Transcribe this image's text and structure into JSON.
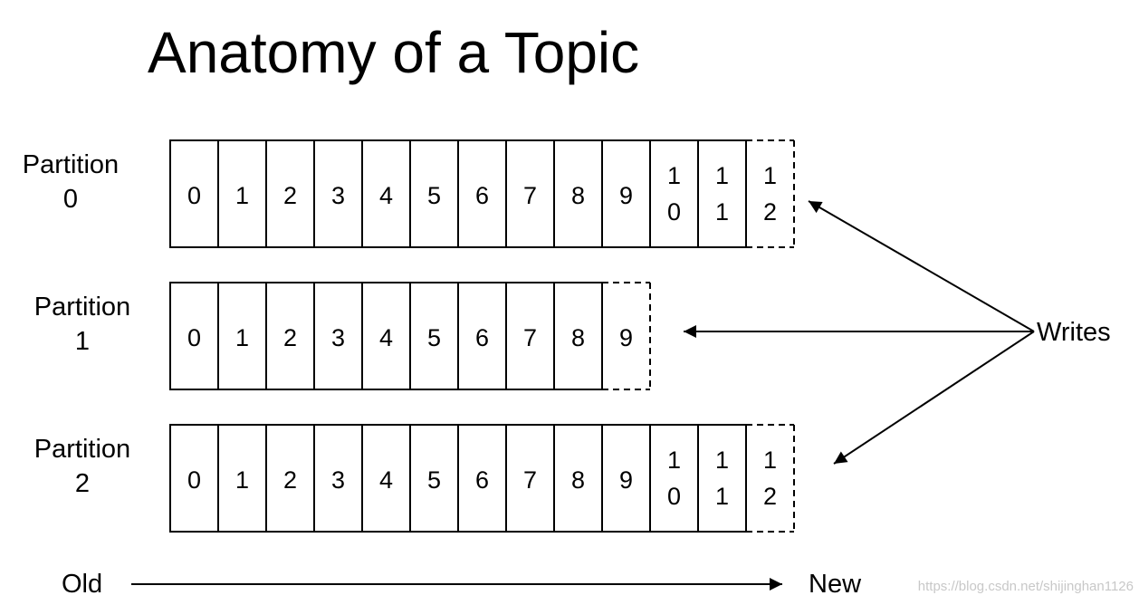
{
  "title": "Anatomy of a Topic",
  "partitions": [
    {
      "label_line1": "Partition",
      "label_line2": "0",
      "committed": [
        "0",
        "1",
        "2",
        "3",
        "4",
        "5",
        "6",
        "7",
        "8",
        "9",
        "10",
        "11"
      ],
      "pending": "12"
    },
    {
      "label_line1": "Partition",
      "label_line2": "1",
      "committed": [
        "0",
        "1",
        "2",
        "3",
        "4",
        "5",
        "6",
        "7",
        "8"
      ],
      "pending": "9"
    },
    {
      "label_line1": "Partition",
      "label_line2": "2",
      "committed": [
        "0",
        "1",
        "2",
        "3",
        "4",
        "5",
        "6",
        "7",
        "8",
        "9",
        "10",
        "11"
      ],
      "pending": "12"
    }
  ],
  "writes_label": "Writes",
  "timeline": {
    "old_label": "Old",
    "new_label": "New"
  },
  "watermark": "https://blog.csdn.net/shijinghan1126"
}
